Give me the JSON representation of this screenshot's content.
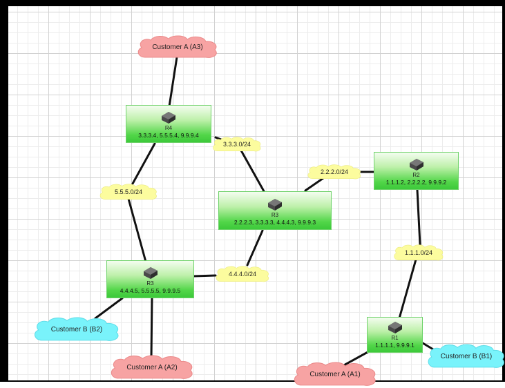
{
  "routers": {
    "r4": {
      "name": "R4",
      "addresses": "3.3.3.4, 5.5.5.4, 9.9.9.4"
    },
    "r3c": {
      "name": "R3",
      "addresses": "2.2.2.3, 3.3.3.3, 4.4.4.3, 9.9.9.3"
    },
    "r2": {
      "name": "R2",
      "addresses": "1.1.1.2, 2.2.2.2, 9.9.9.2"
    },
    "r3l": {
      "name": "R3",
      "addresses": "4.4.4.5, 5.5.5.5, 9.9.9.5"
    },
    "r1": {
      "name": "R1",
      "addresses": "1.1.1.1, 9.9.9.1"
    }
  },
  "subnets": {
    "s3": "3.3.3.0/24",
    "s2": "2.2.2.0/24",
    "s5": "5.5.5.0/24",
    "s1": "1.1.1.0/24",
    "s4": "4.4.4.0/24"
  },
  "customers": {
    "a3": "Customer A (A3)",
    "b2": "Customer B (B2)",
    "a2": "Customer A (A2)",
    "a1": "Customer A (A1)",
    "b1": "Customer B (B1)"
  },
  "colors": {
    "customer_a": "#f7a3a3",
    "customer_b": "#79f3fb",
    "subnet": "#fcfc9e",
    "router": "#52d649",
    "link": "#111111"
  },
  "icons": {
    "router": "router-icon"
  }
}
